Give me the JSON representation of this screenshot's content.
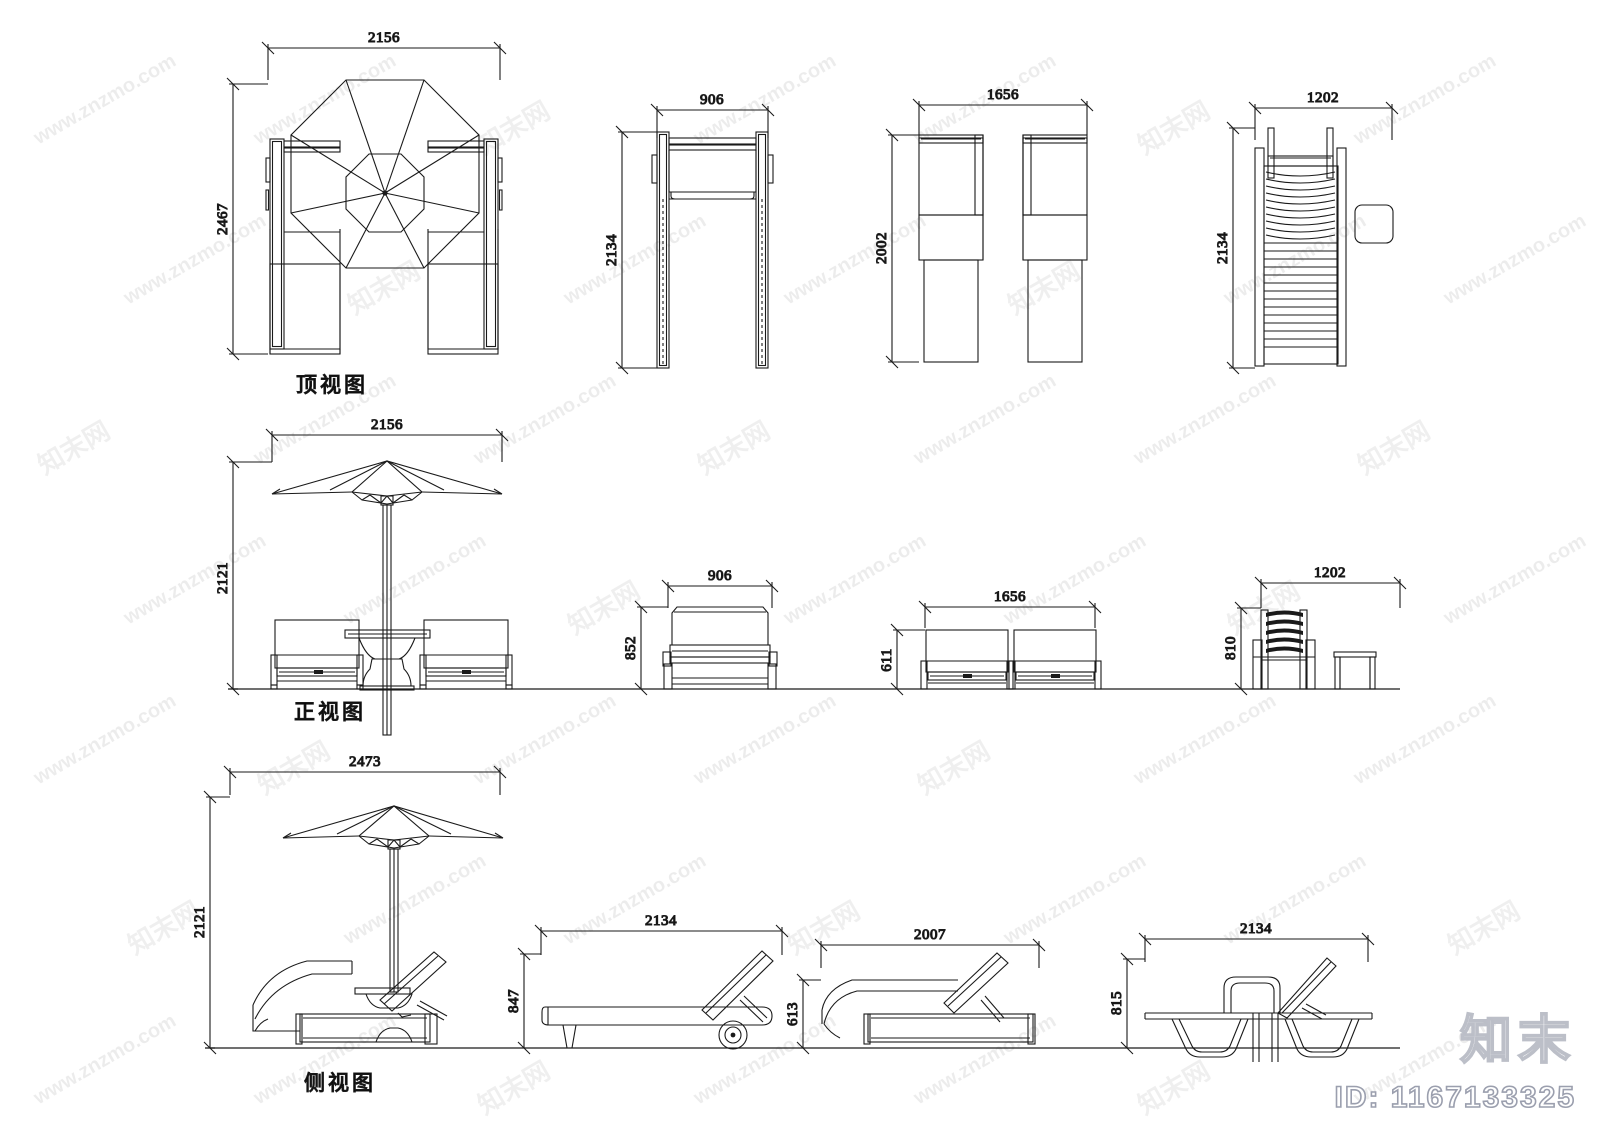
{
  "document": {
    "type": "CAD technical drawing",
    "subject": "Outdoor furniture - parasol, sun loungers, chairs",
    "brand_text": "知末",
    "brand_id": "ID: 1167133325",
    "watermark_text": "www.znzmo.com",
    "watermark_cn": "知末网"
  },
  "views": [
    {
      "id": "top",
      "label": "顶视图"
    },
    {
      "id": "front",
      "label": "正视图"
    },
    {
      "id": "side",
      "label": "侧视图"
    }
  ],
  "dimensions": {
    "top_row": [
      {
        "item": "parasol-with-two-loungers",
        "width": "2156",
        "height": "2467"
      },
      {
        "item": "single-lounger",
        "width": "906",
        "height": "2134"
      },
      {
        "item": "double-lounger",
        "width": "1656",
        "height": "2002"
      },
      {
        "item": "slat-chair-with-sidetable",
        "width": "1202",
        "height": "2134"
      }
    ],
    "front_row": [
      {
        "item": "parasol-with-two-loungers",
        "width": "2156",
        "height": "2121"
      },
      {
        "item": "single-lounger",
        "width": "906",
        "height": "852"
      },
      {
        "item": "double-lounger",
        "width": "1656",
        "height": "611"
      },
      {
        "item": "slat-chair-with-sidetable",
        "width": "1202",
        "height": "810"
      }
    ],
    "side_row": [
      {
        "item": "parasol-with-lounger",
        "width": "2473",
        "height": "2121"
      },
      {
        "item": "wheeled-lounger",
        "width": "2134",
        "height": "847"
      },
      {
        "item": "reclining-lounger",
        "width": "2007",
        "height": "613"
      },
      {
        "item": "tubular-frame-lounger",
        "width": "2134",
        "height": "815"
      }
    ]
  },
  "labels": {
    "d_2156": "2156",
    "d_2467": "2467",
    "d_906": "906",
    "d_2134": "2134",
    "d_1656": "1656",
    "d_2002": "2002",
    "d_1202": "1202",
    "d_2134b": "2134",
    "d_2156f": "2156",
    "d_2121f": "2121",
    "d_906f": "906",
    "d_852": "852",
    "d_1656f": "1656",
    "d_611": "611",
    "d_1202f": "1202",
    "d_810": "810",
    "d_2473": "2473",
    "d_2121s": "2121",
    "d_2134s": "2134",
    "d_847": "847",
    "d_2007": "2007",
    "d_613": "613",
    "d_2134t": "2134",
    "d_815": "815"
  },
  "colors": {
    "line": "#1a1a1a",
    "background": "#ffffff",
    "watermark": "#000000",
    "brand_outline": "#b9bcc6"
  }
}
